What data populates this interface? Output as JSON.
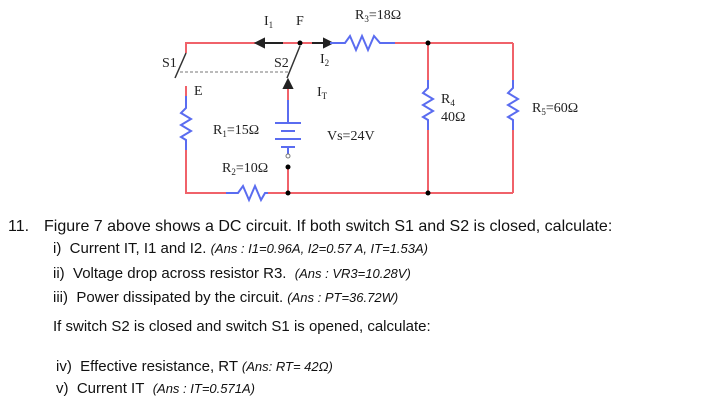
{
  "circuit": {
    "colors": {
      "wire": "#f0626a",
      "component": "#5a6cf0",
      "dashed": "#777777",
      "node": "#000000"
    },
    "labels": {
      "I1": "I",
      "I1_sub": "1",
      "F": "F",
      "R3": "R",
      "R3_sub": "3",
      "R3_val": "=18Ω",
      "S1": "S1",
      "S2": "S2",
      "I2": "I",
      "I2_sub": "2",
      "E": "E",
      "IT": "I",
      "IT_sub": "T",
      "R1": "R",
      "R1_sub": "1",
      "R1_val": "=15Ω",
      "Vs": "Vs=24V",
      "R2": "R",
      "R2_sub": "2",
      "R2_val": "=10Ω",
      "R4": "R",
      "R4_sub": "4",
      "R4_val": "40Ω",
      "R5": "R",
      "R5_sub": "5",
      "R5_val": "=60Ω"
    }
  },
  "question": {
    "number": "11.",
    "intro": "Figure 7 above shows a DC circuit. If both switch S1 and S2 is closed, calculate:",
    "parts": [
      {
        "num": "i)",
        "text": "Current IT, I1 and I2.",
        "ans": "(Ans : I1=0.96A, I2=0.57 A, IT=1.53A)"
      },
      {
        "num": "ii)",
        "text": "Voltage drop across resistor R3.",
        "ans": "(Ans : VR3=10.28V)"
      },
      {
        "num": "iii)",
        "text": "Power dissipated by the circuit.",
        "ans": "(Ans : PT=36.72W)"
      }
    ],
    "second_intro": "If switch S2 is closed and switch S1 is opened, calculate:",
    "parts2": [
      {
        "num": "iv)",
        "text": "Effective resistance, RT",
        "ans": "(Ans: RT= 42Ω)"
      },
      {
        "num": "v)",
        "text": "Current IT",
        "ans": "(Ans : IT=0.571A)"
      }
    ]
  }
}
